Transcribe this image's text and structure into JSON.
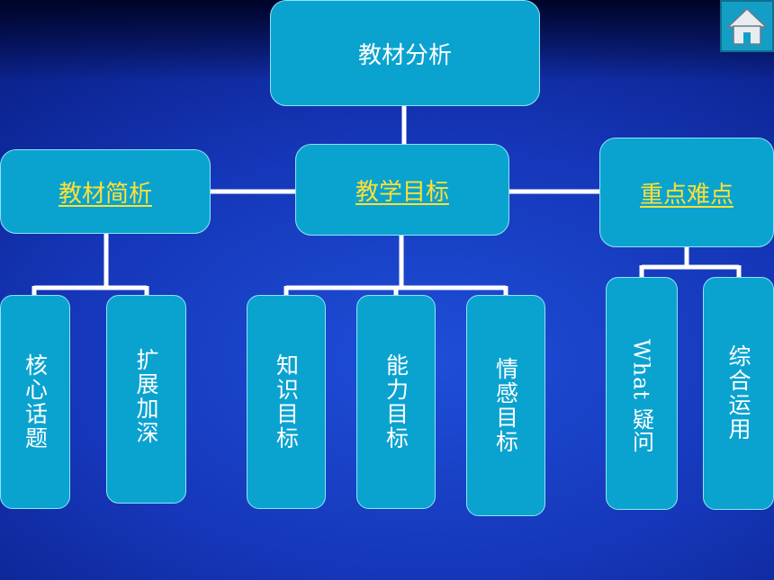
{
  "diagram": {
    "root": {
      "label": "教材分析"
    },
    "branches": [
      {
        "label": "教材简析",
        "leaves": [
          "核心话题",
          "扩展加深"
        ]
      },
      {
        "label": "教学目标",
        "leaves": [
          "知识目标",
          "能力目标",
          "情感目标"
        ]
      },
      {
        "label": "重点难点",
        "leaves": [
          "What 疑问",
          "综合运用"
        ]
      }
    ]
  },
  "nav": {
    "home_icon": "home-icon"
  },
  "colors": {
    "box_fill": "#0aa3d0",
    "link_text": "#ffe033",
    "connector": "#ffffff",
    "background": "#1536b8"
  }
}
